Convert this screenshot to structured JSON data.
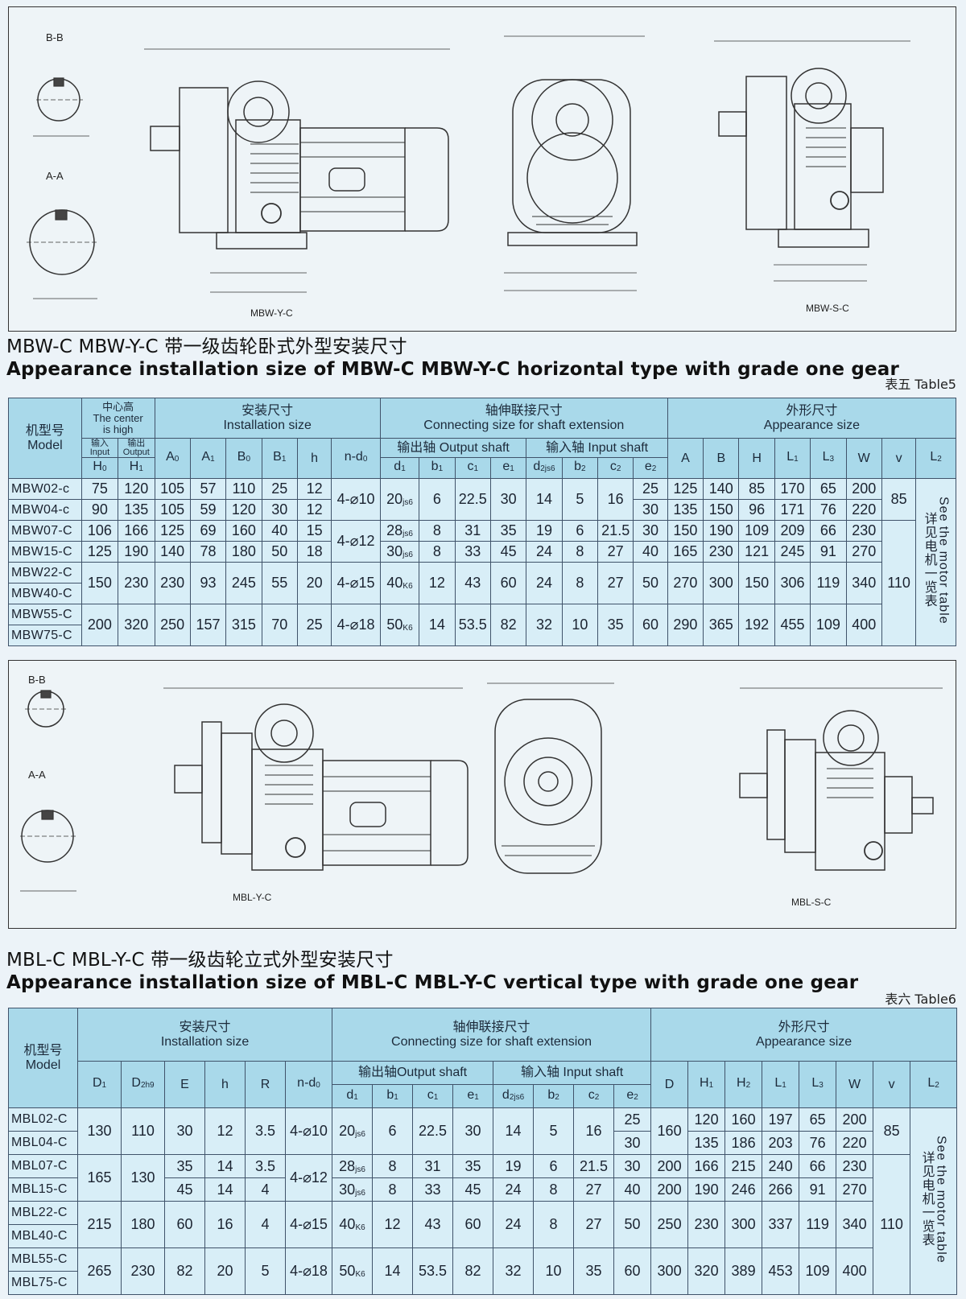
{
  "section5": {
    "title_cn": "MBW-C MBW-Y-C 带一级齿轮卧式外型安装尺寸",
    "title_en": "Appearance installation size of MBW-C MBW-Y-C horizontal type with grade one gear",
    "table_tag": "表五  Table5",
    "drawing_labels": {
      "main": "MBW-Y-C",
      "side": "MBW-S-C",
      "bb": "B-B",
      "aa": "A-A"
    },
    "headers": {
      "model_cn": "机型号",
      "model_en": "Model",
      "center_cn": "中心高",
      "center_en1": "The center",
      "center_en2": "is high",
      "input_cn": "输入",
      "input_en": "Input",
      "output_cn": "输出",
      "output_en": "Output",
      "h0": "H",
      "h1": "H",
      "install_cn": "安装尺寸",
      "install_en": "Installation size",
      "conn_cn": "轴伸联接尺寸",
      "conn_en": "Connecting size for shaft extension",
      "out_shaft": "输出轴 Output shaft",
      "in_shaft": "输入轴 Input shaft",
      "appear_cn": "外形尺寸",
      "appear_en": "Appearance size",
      "A0": "A",
      "A1": "A",
      "B0": "B",
      "B1": "B",
      "h": "h",
      "nd0": "n-d",
      "d1": "d",
      "b1": "b",
      "c1": "c",
      "e1": "e",
      "d2": "d",
      "b2": "b",
      "c2": "c",
      "e2": "e",
      "A": "A",
      "B": "B",
      "H": "H",
      "L1": "L",
      "L3": "L",
      "W": "W",
      "v": "v",
      "L2": "L"
    },
    "see_motor_en": "See the motor table",
    "see_motor_cn": "详见电机一览表",
    "v_value": {
      "top": "85",
      "bottom": "110"
    },
    "rows": [
      {
        "model": "MBW02-c",
        "H0": "75",
        "H1": "120",
        "A0": "105",
        "A1": "57",
        "B0": "110",
        "B1": "25",
        "h": "12",
        "e2": "25",
        "A": "125",
        "B": "140",
        "H": "85",
        "L1": "170",
        "L3": "65",
        "W": "200"
      },
      {
        "model": "MBW04-c",
        "H0": "90",
        "H1": "135",
        "A0": "105",
        "A1": "59",
        "B0": "120",
        "B1": "30",
        "h": "12",
        "e2": "30",
        "A": "135",
        "B": "150",
        "H": "96",
        "L1": "171",
        "L3": "76",
        "W": "220"
      },
      {
        "model": "MBW07-C",
        "H0": "106",
        "H1": "166",
        "A0": "125",
        "A1": "69",
        "B0": "160",
        "B1": "40",
        "h": "15",
        "e2": "30",
        "A": "150",
        "B": "190",
        "H": "109",
        "L1": "209",
        "L3": "66",
        "W": "230"
      },
      {
        "model": "MBW15-C",
        "H0": "125",
        "H1": "190",
        "A0": "140",
        "A1": "78",
        "B0": "180",
        "B1": "50",
        "h": "18",
        "e2": "40",
        "A": "165",
        "B": "230",
        "H": "121",
        "L1": "245",
        "L3": "91",
        "W": "270"
      }
    ],
    "merged": {
      "nd0_a": "4-⌀10",
      "nd0_b": "4-⌀12",
      "nd0_c": "4-⌀15",
      "nd0_d": "4-⌀18",
      "d1_a": "20",
      "d1_a_tol": "js6",
      "d1_b": "28",
      "d1_b_tol": "js6",
      "d1_c": "30",
      "d1_c_tol": "js6",
      "d1_d": "40",
      "d1_d_tol": "K6",
      "d1_e": "50",
      "d1_e_tol": "K6",
      "b1_a": "6",
      "c1_a": "22.5",
      "e1_a": "30",
      "d2_a": "14",
      "b2_a": "5",
      "c2_a": "16",
      "b1_b": "8",
      "c1_b": "31",
      "e1_b": "35",
      "d2_b": "19",
      "b2_b": "6",
      "c2_b": "21.5",
      "b1_c": "8",
      "c1_c": "33",
      "e1_c": "45",
      "d2_c": "24",
      "b2_c": "8",
      "c2_c": "27"
    },
    "group22": {
      "m1": "MBW22-C",
      "m2": "MBW40-C",
      "H0": "150",
      "H1": "230",
      "A0": "230",
      "A1": "93",
      "B0": "245",
      "B1": "55",
      "h": "20",
      "b1": "12",
      "c1": "43",
      "e1": "60",
      "d2": "24",
      "b2": "8",
      "c2": "27",
      "e2": "50",
      "A": "270",
      "B": "300",
      "H": "150",
      "L1": "306",
      "L3": "119",
      "W": "340"
    },
    "group55": {
      "m1": "MBW55-C",
      "m2": "MBW75-C",
      "H0": "200",
      "H1": "320",
      "A0": "250",
      "A1": "157",
      "B0": "315",
      "B1": "70",
      "h": "25",
      "b1": "14",
      "c1": "53.5",
      "e1": "82",
      "d2": "32",
      "b2": "10",
      "c2": "35",
      "e2": "60",
      "A": "290",
      "B": "365",
      "H": "192",
      "L1": "455",
      "L3": "109",
      "W": "400"
    }
  },
  "section6": {
    "title_cn": "MBL-C MBL-Y-C 带一级齿轮立式外型安装尺寸",
    "title_en": "Appearance installation size of MBL-C MBL-Y-C vertical type with grade one gear",
    "table_tag": "表六  Table6",
    "drawing_labels": {
      "main": "MBL-Y-C",
      "side": "MBL-S-C",
      "bb": "B-B",
      "aa": "A-A"
    },
    "headers": {
      "model_cn": "机型号",
      "model_en": "Model",
      "install_cn": "安装尺寸",
      "install_en": "Installation size",
      "conn_cn": "轴伸联接尺寸",
      "conn_en": "Connecting size for shaft extension",
      "out_shaft": "输出轴Output shaft",
      "in_shaft": "输入轴  Input shaft",
      "appear_cn": "外形尺寸",
      "appear_en": "Appearance size",
      "D1": "D",
      "D2": "D",
      "E": "E",
      "h": "h",
      "R": "R",
      "nd0": "n-d",
      "d1": "d",
      "b1": "b",
      "c1": "c",
      "e1": "e",
      "d2": "d",
      "b2": "b",
      "c2": "c",
      "e2": "e",
      "D": "D",
      "H1": "H",
      "H2": "H",
      "L1": "L",
      "L3": "L",
      "W": "W",
      "v": "v",
      "L2": "L"
    },
    "see_motor_en": "See the motor table",
    "see_motor_cn": "详见电机一览表",
    "v_value": {
      "top": "85",
      "bottom": "110"
    },
    "rows": [
      {
        "model": "MBL02-C",
        "H1": "120",
        "H2": "160",
        "L1": "197",
        "L3": "65",
        "W": "200",
        "e2": "25"
      },
      {
        "model": "MBL04-C",
        "H1": "135",
        "H2": "186",
        "L1": "203",
        "L3": "76",
        "W": "220",
        "e2": "30"
      },
      {
        "model": "MBL07-C",
        "E": "35",
        "h": "14",
        "R": "3.5",
        "e2": "30",
        "D": "200",
        "H1": "166",
        "H2": "215",
        "L1": "240",
        "L3": "66",
        "W": "230"
      },
      {
        "model": "MBL15-C",
        "E": "45",
        "h": "14",
        "R": "4",
        "e2": "40",
        "D": "200",
        "H1": "190",
        "H2": "246",
        "L1": "266",
        "L3": "91",
        "W": "270"
      }
    ],
    "g02": {
      "D1": "130",
      "D2": "110",
      "E": "30",
      "h": "12",
      "R": "3.5",
      "nd0": "4-⌀10",
      "d1": "20",
      "d1_tol": "js6",
      "b1": "6",
      "c1": "22.5",
      "e1": "30",
      "d2": "14",
      "b2": "5",
      "c2": "16",
      "D": "160"
    },
    "g07": {
      "D1": "165",
      "D2": "130",
      "nd0": "4-⌀12",
      "d1a": "28",
      "d1a_tol": "js6",
      "d1b": "30",
      "d1b_tol": "js6",
      "b1a": "8",
      "c1a": "31",
      "e1a": "35",
      "d2a": "19",
      "b2a": "6",
      "c2a": "21.5",
      "b1b": "8",
      "c1b": "33",
      "e1b": "45",
      "d2b": "24",
      "b2b": "8",
      "c2b": "27"
    },
    "g22": {
      "m1": "MBL22-C",
      "m2": "MBL40-C",
      "D1": "215",
      "D2": "180",
      "E": "60",
      "h": "16",
      "R": "4",
      "nd0": "4-⌀15",
      "d1": "40",
      "d1_tol": "K6",
      "b1": "12",
      "c1": "43",
      "e1": "60",
      "d2": "24",
      "b2": "8",
      "c2": "27",
      "e2": "50",
      "D": "250",
      "H1": "230",
      "H2": "300",
      "L1": "337",
      "L3": "119",
      "W": "340"
    },
    "g55": {
      "m1": "MBL55-C",
      "m2": "MBL75-C",
      "D1": "265",
      "D2": "230",
      "E": "82",
      "h": "20",
      "R": "5",
      "nd0": "4-⌀18",
      "d1": "50",
      "d1_tol": "K6",
      "b1": "14",
      "c1": "53.5",
      "e1": "82",
      "d2": "32",
      "b2": "10",
      "c2": "35",
      "e2": "60",
      "D": "300",
      "H1": "320",
      "H2": "389",
      "L1": "453",
      "L3": "109",
      "W": "400"
    }
  }
}
